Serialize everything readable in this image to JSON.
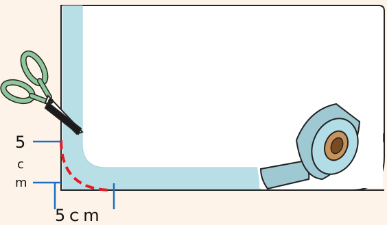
{
  "labels": {
    "vertical_five": "5",
    "vertical_c": "c",
    "vertical_m": "m",
    "horizontal_5cm": "5ｃm"
  },
  "colors": {
    "background": "#fdf3e8",
    "paper": "#ffffff",
    "tape_strip": "#b9dfe6",
    "tape_roll": "#9ec9d3",
    "tape_core": "#c8935b",
    "cut_line": "#e31b23",
    "measure_line": "#1a6fc2",
    "scissors_handle": "#8fc79a"
  },
  "icons": {
    "scissors": "scissors-icon",
    "tape_roll": "tape-roll-icon"
  }
}
